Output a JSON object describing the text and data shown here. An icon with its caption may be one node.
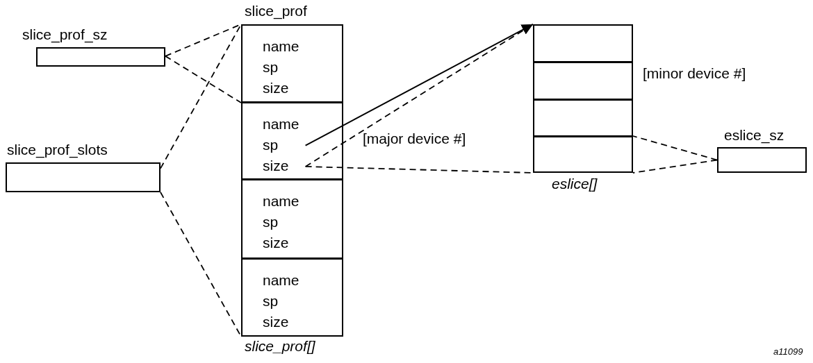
{
  "diagram": {
    "nodes": [
      {
        "text": [
          "slice_prof_sz"
        ]
      },
      {
        "text": [
          "slice_prof_slots"
        ]
      },
      {
        "text": [
          "slice_prof",
          "slice_prof[]"
        ]
      },
      {
        "text": [
          "name",
          "sp",
          "size"
        ],
        "in": 2
      },
      {
        "text": [
          "name",
          "sp",
          "size"
        ],
        "in": 2
      },
      {
        "text": [
          "name",
          "sp",
          "size"
        ],
        "in": 2
      },
      {
        "text": [
          "name",
          "sp",
          "size"
        ],
        "in": 2
      },
      {
        "text": [
          "eslice[]"
        ]
      },
      {
        "text": [],
        "shape": "box",
        "in": 7
      },
      {
        "text": [],
        "shape": "box",
        "in": 7
      },
      {
        "text": [],
        "shape": "box",
        "in": 7
      },
      {
        "text": [],
        "shape": "box",
        "in": 7
      },
      {
        "text": [
          "eslice_sz"
        ]
      }
    ],
    "edges": [
      {
        "from": 0,
        "to": 3,
        "arrow": "none",
        "style": "dashed"
      },
      {
        "from": 0,
        "to": 3,
        "arrow": "none",
        "style": "dashed"
      },
      {
        "from": 1,
        "to": 2,
        "arrow": "none",
        "style": "dashed"
      },
      {
        "from": 1,
        "to": 2,
        "arrow": "none",
        "style": "dashed"
      },
      {
        "from": 4,
        "to": 7,
        "arrow": "to"
      },
      {
        "from": 4,
        "to": 7,
        "arrow": "none",
        "style": "dashed"
      },
      {
        "from": 4,
        "to": 7,
        "arrow": "none",
        "style": "dashed"
      },
      {
        "from": 12,
        "to": 11,
        "arrow": "none",
        "style": "dashed"
      },
      {
        "from": 12,
        "to": 11,
        "arrow": "none",
        "style": "dashed"
      }
    ],
    "labels": [
      "[minor device #]",
      "[major device #]",
      "a11099"
    ]
  }
}
